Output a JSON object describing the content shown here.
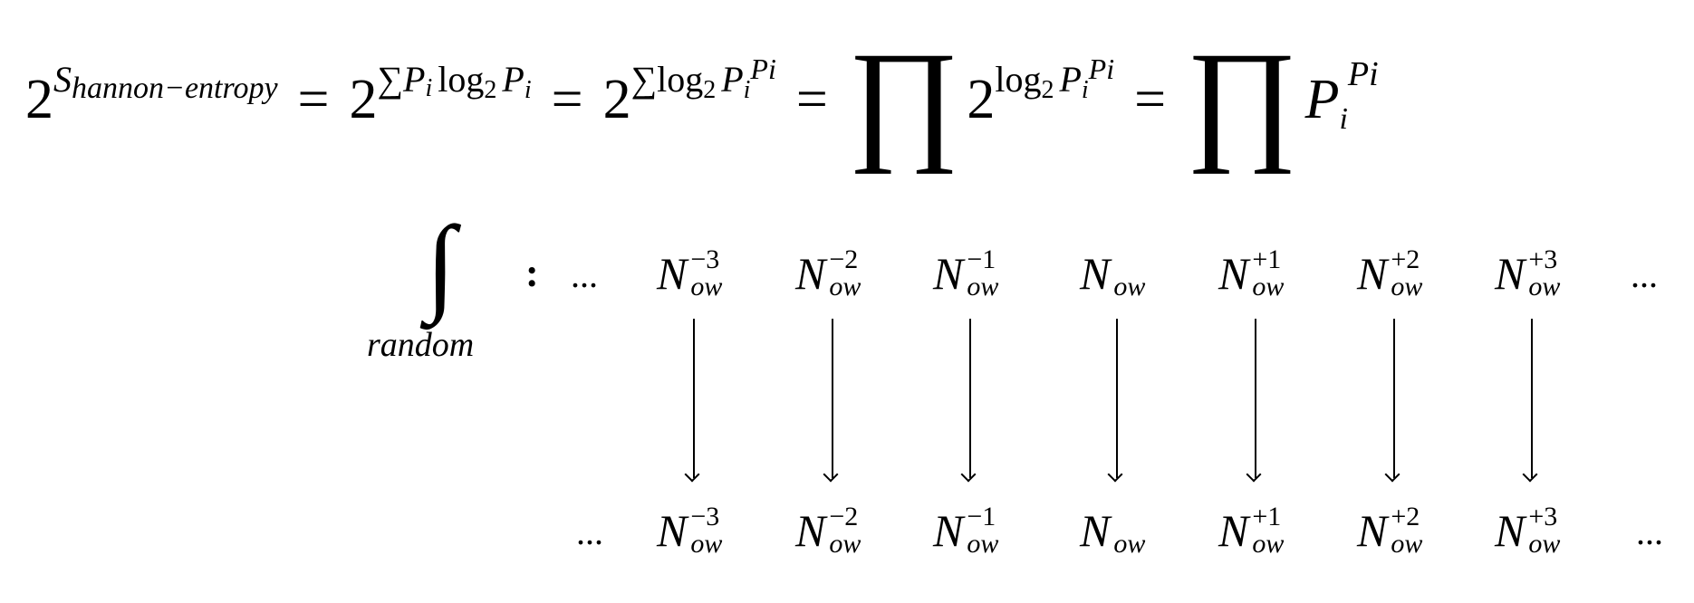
{
  "equation": {
    "t1_base": "2",
    "t1_exp_S": "S",
    "t1_exp_sub": "hannon−entropy",
    "eq": "=",
    "t2_base": "2",
    "t2_exp": "∑P",
    "t2_exp_i": "i",
    "t2_log": "log",
    "t2_log_sub": "2",
    "t2_P": "P",
    "t2_i": "i",
    "t3_base": "2",
    "t3_sum": "∑log",
    "t3_log_sub": "2",
    "t3_P": "P",
    "t3_i": "i",
    "t3_Pi": "Pi",
    "prod": "∏",
    "t4_base": "2",
    "t4_log": "log",
    "t4_log_sub": "2",
    "t4_P": "P",
    "t4_i": "i",
    "t4_Pi": "Pi",
    "t5_P": "P",
    "t5_i": "i",
    "t5_Pi": "Pi"
  },
  "mapping": {
    "integral": "∫",
    "integral_sub": "random",
    "colon": ":",
    "ellipsis": "...",
    "symbol": "N",
    "subscript": "ow",
    "top_row": [
      "−3",
      "−2",
      "−1",
      "",
      "+1",
      "+2",
      "+3"
    ],
    "bottom_row": [
      "−3",
      "−2",
      "−1",
      "",
      "+1",
      "+2",
      "+3"
    ]
  }
}
